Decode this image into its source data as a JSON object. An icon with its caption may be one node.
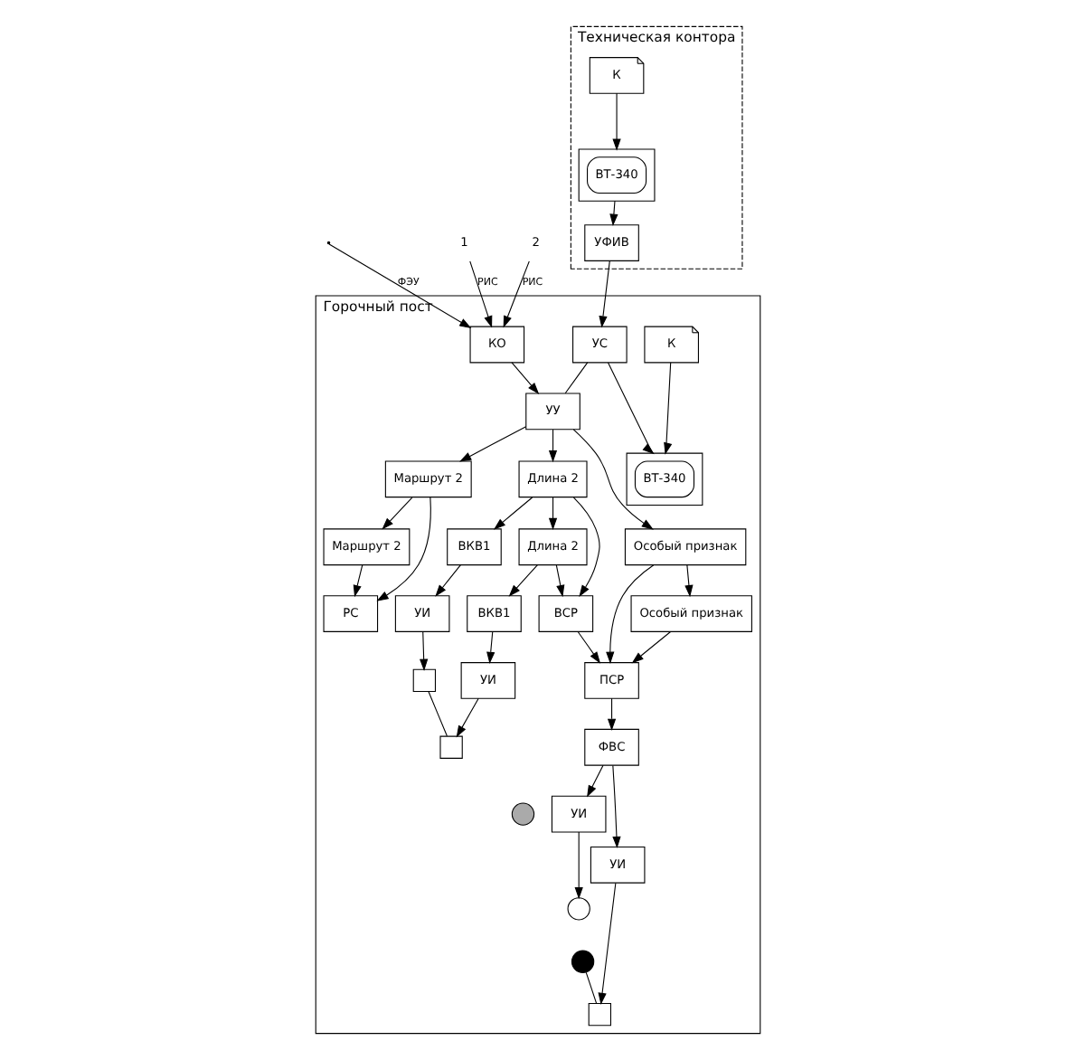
{
  "diagram": {
    "nodes": [
      {
        "text": [
          "Техническая контора"
        ]
      },
      {
        "text": [],
        "shape": "box",
        "in": 0
      },
      {
        "text": [
          "ВТ-340"
        ],
        "in": 1
      },
      {
        "text": [
          "УФИВ"
        ],
        "in": 0
      },
      {
        "text": [
          "К"
        ],
        "in": 0
      },
      {
        "text": [
          "Горочный пост"
        ]
      },
      {
        "text": [
          "УС"
        ],
        "in": 5
      },
      {
        "text": [],
        "shape": "box",
        "in": 5
      },
      {
        "text": [
          "ВТ-340"
        ],
        "in": 7
      },
      {
        "text": [
          "К"
        ],
        "in": 5
      },
      {
        "text": [
          "КО"
        ],
        "in": 5
      },
      {
        "text": [
          "УУ"
        ],
        "in": 5
      },
      {
        "text": [
          "Маршрут 2"
        ],
        "in": 5
      },
      {
        "text": [
          "Длина 2"
        ],
        "in": 5
      },
      {
        "text": [
          "Особый признак"
        ],
        "in": 5
      },
      {
        "text": [
          "Маршрут 2"
        ],
        "in": 5
      },
      {
        "text": [
          "Длина 2"
        ],
        "in": 5
      },
      {
        "text": [
          "Особый признак"
        ],
        "in": 5
      },
      {
        "text": [
          "РС"
        ],
        "in": 5
      },
      {
        "text": [
          "ВСР"
        ],
        "in": 5
      },
      {
        "text": [
          "ПСР"
        ],
        "in": 5
      },
      {
        "text": [
          "ФВС"
        ],
        "in": 5
      },
      {
        "text": [
          "ВКВ1"
        ],
        "in": 5
      },
      {
        "text": [
          "ВКВ1"
        ],
        "in": 5
      },
      {
        "text": [
          "УИ"
        ],
        "in": 5
      },
      {
        "text": [
          "УИ"
        ],
        "in": 5
      },
      {
        "text": [
          "УИ"
        ],
        "in": 5
      },
      {
        "text": [
          "УИ"
        ],
        "in": 5
      },
      {
        "text": [],
        "shape": "box",
        "in": 5
      },
      {
        "text": [],
        "shape": "box",
        "in": 5
      },
      {
        "text": [],
        "shape": "circle",
        "in": 5
      },
      {
        "text": [],
        "shape": "circle",
        "in": 5
      },
      {
        "text": [],
        "shape": "circle",
        "in": 5
      },
      {
        "text": [],
        "shape": "box",
        "in": 5
      },
      {
        "text": [
          "1"
        ]
      },
      {
        "text": [
          "2"
        ]
      }
    ],
    "edges": [
      {
        "from": 4,
        "to": 1,
        "arrow": "to"
      },
      {
        "from": 1,
        "to": 3,
        "arrow": "to"
      },
      {
        "from": 3,
        "to": 6,
        "arrow": "to"
      },
      {
        "from": 6,
        "to": 7,
        "arrow": "to"
      },
      {
        "from": 9,
        "to": 7,
        "arrow": "to"
      },
      {
        "from": 6,
        "to": 11,
        "arrow": "none"
      },
      {
        "from": 34,
        "to": 10,
        "label": "РИС",
        "arrow": "to"
      },
      {
        "from": 35,
        "to": 10,
        "label": "РИС",
        "arrow": "to"
      },
      {
        "from": null,
        "to": 10,
        "label": "ФЭУ",
        "arrow": "to"
      },
      {
        "from": 10,
        "to": 11,
        "arrow": "to"
      },
      {
        "from": 11,
        "to": 15,
        "arrow": "to"
      },
      {
        "from": 11,
        "to": 16,
        "arrow": "to"
      },
      {
        "from": 11,
        "to": 17,
        "arrow": "to"
      },
      {
        "from": 15,
        "to": 12,
        "arrow": "to"
      },
      {
        "from": 16,
        "to": 13,
        "arrow": "to"
      },
      {
        "from": 17,
        "to": 14,
        "arrow": "to"
      },
      {
        "from": 12,
        "to": 18,
        "arrow": "to"
      },
      {
        "from": 15,
        "to": 18,
        "arrow": "to"
      },
      {
        "from": 16,
        "to": 22,
        "arrow": "to"
      },
      {
        "from": 13,
        "to": 23,
        "arrow": "to"
      },
      {
        "from": 16,
        "to": 19,
        "arrow": "to"
      },
      {
        "from": 13,
        "to": 19,
        "arrow": "to"
      },
      {
        "from": 17,
        "to": 20,
        "arrow": "to"
      },
      {
        "from": 14,
        "to": 20,
        "arrow": "to"
      },
      {
        "from": 19,
        "to": 20,
        "arrow": "to"
      },
      {
        "from": 20,
        "to": 21,
        "arrow": "to"
      },
      {
        "from": 21,
        "to": 26,
        "arrow": "to"
      },
      {
        "from": 21,
        "to": 27,
        "arrow": "to"
      },
      {
        "from": 22,
        "to": 24,
        "arrow": "to"
      },
      {
        "from": 23,
        "to": 25,
        "arrow": "to"
      },
      {
        "from": 24,
        "to": 28,
        "arrow": "to"
      },
      {
        "from": 25,
        "to": 29,
        "arrow": "to"
      },
      {
        "from": 26,
        "to": 31,
        "arrow": "to"
      },
      {
        "from": 27,
        "to": 33,
        "arrow": "to"
      },
      {
        "from": 28,
        "to": 29,
        "arrow": "none"
      },
      {
        "from": 32,
        "to": 33,
        "arrow": "none"
      }
    ]
  }
}
